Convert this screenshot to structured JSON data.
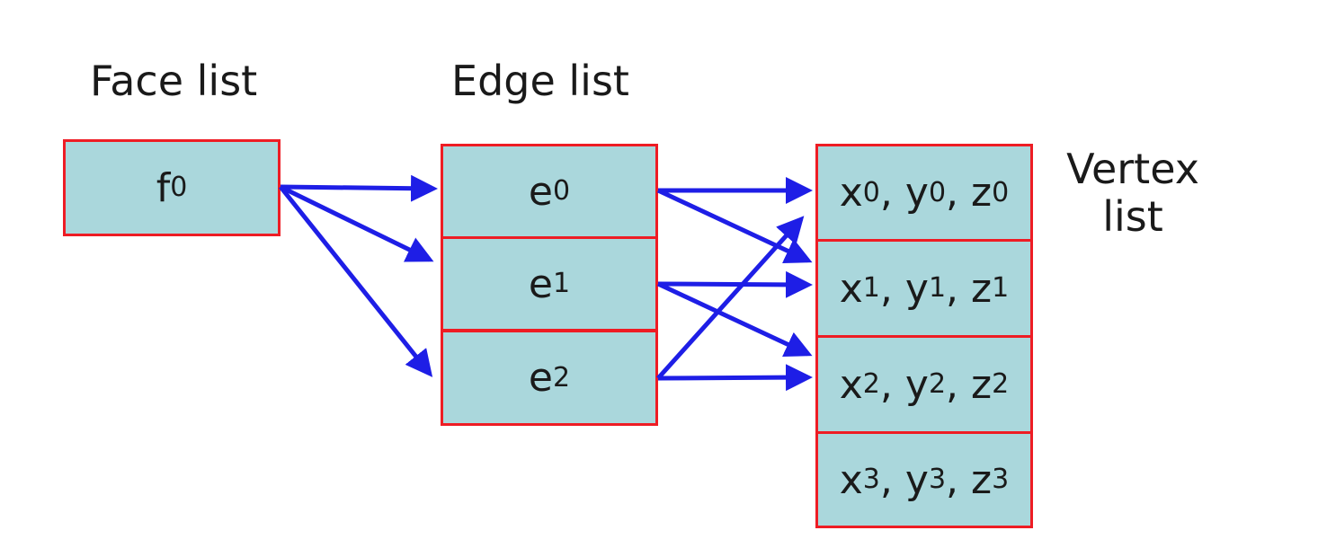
{
  "headings": {
    "face_list": "Face list",
    "edge_list": "Edge list",
    "vertex_list_line1": "Vertex",
    "vertex_list_line2": "list"
  },
  "faces": [
    {
      "base": "f",
      "sub": "0"
    }
  ],
  "edges": [
    {
      "base": "e",
      "sub": "0"
    },
    {
      "base": "e",
      "sub": "1"
    },
    {
      "base": "e",
      "sub": "2"
    }
  ],
  "vertices": [
    {
      "x": "x",
      "y": "y",
      "z": "z",
      "sub": "0"
    },
    {
      "x": "x",
      "y": "y",
      "z": "z",
      "sub": "1"
    },
    {
      "x": "x",
      "y": "y",
      "z": "z",
      "sub": "2"
    },
    {
      "x": "x",
      "y": "y",
      "z": "z",
      "sub": "3"
    }
  ],
  "links": {
    "face_to_edges": [
      [
        0,
        0
      ],
      [
        0,
        1
      ],
      [
        0,
        2
      ]
    ],
    "edge_to_vertices": [
      [
        0,
        0
      ],
      [
        0,
        1
      ],
      [
        1,
        1
      ],
      [
        1,
        2
      ],
      [
        2,
        2
      ],
      [
        2,
        0
      ]
    ]
  },
  "colors": {
    "cell_fill": "#aad7dc",
    "cell_border": "#ee1c24",
    "arrow": "#1e1ee6",
    "text": "#1a1a1a"
  }
}
